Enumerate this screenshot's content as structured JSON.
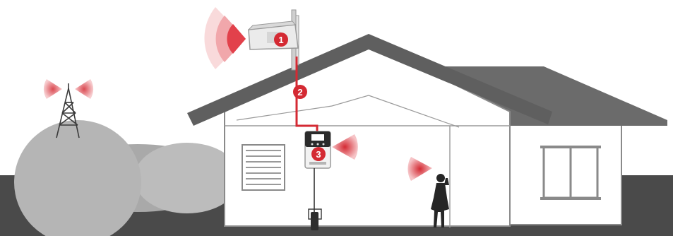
{
  "diagram": {
    "steps": [
      {
        "id": "1",
        "number": "1",
        "label": "outdoor-antenna"
      },
      {
        "id": "2",
        "number": "2",
        "label": "cable"
      },
      {
        "id": "3",
        "number": "3",
        "label": "booster"
      }
    ],
    "colors": {
      "accent": "#d42a33",
      "cable": "#d42a33",
      "wave": "#e2414b",
      "ground": "#4a4a4a",
      "roof": "#5f5f5f",
      "hill": "#b2b2b2",
      "wall": "#8a8a8a",
      "background": "#ffffff"
    },
    "icons": [
      "cell-tower-icon",
      "signal-waves-icon",
      "antenna-icon",
      "booster-icon",
      "person-icon",
      "window-icon",
      "vent-icon"
    ]
  }
}
